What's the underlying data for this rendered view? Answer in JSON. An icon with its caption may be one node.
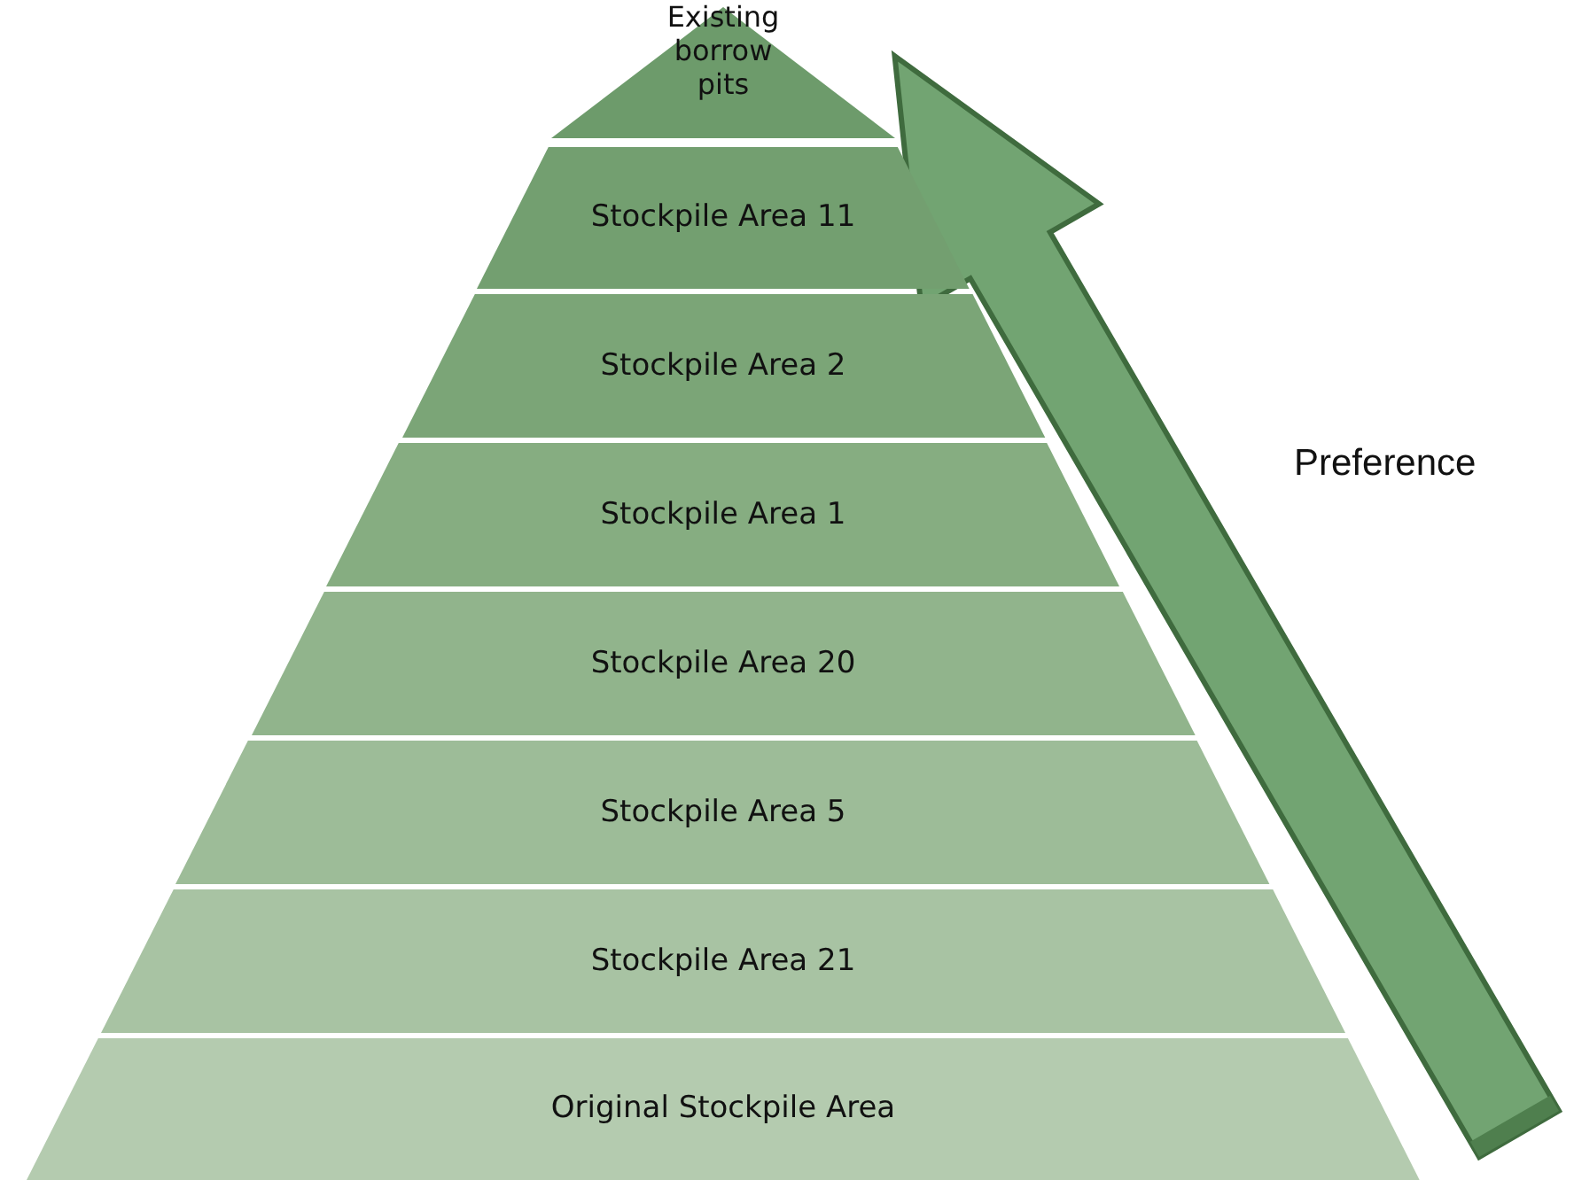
{
  "diagram": {
    "nodes": [
      {
        "text": [
          "Existing borrow pits"
        ]
      },
      {
        "text": [
          "Stockpile Area 11"
        ]
      },
      {
        "text": [
          "Stockpile Area 2"
        ]
      },
      {
        "text": [
          "Stockpile Area 1"
        ]
      },
      {
        "text": [
          "Stockpile Area 20"
        ]
      },
      {
        "text": [
          "Stockpile Area 5"
        ]
      },
      {
        "text": [
          "Stockpile Area 21"
        ]
      },
      {
        "text": [
          "Original Stockpile Area"
        ]
      }
    ],
    "labels": [
      "Preference"
    ]
  }
}
